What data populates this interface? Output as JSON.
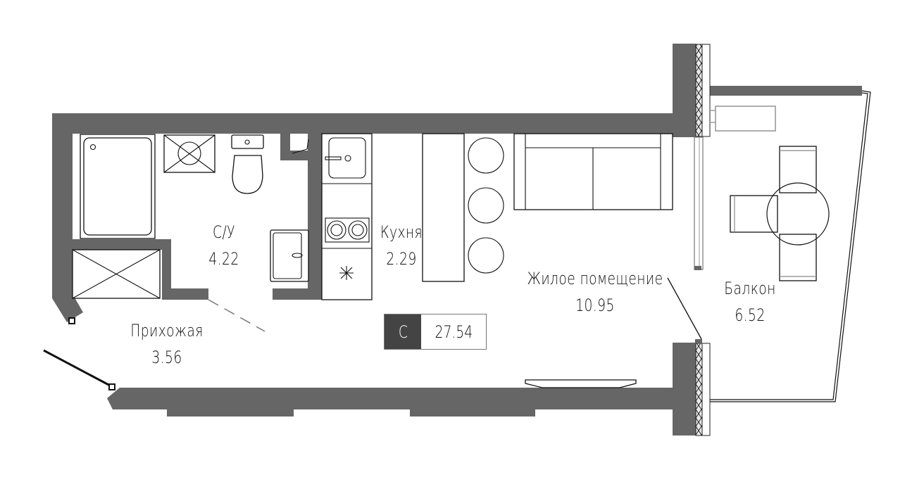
{
  "plan": {
    "apartment_type": "С",
    "total_area": "27.54",
    "colors": {
      "wall": "#666666",
      "badge_dark": "#444444",
      "line": "#111111",
      "background": "#ffffff"
    },
    "rooms": [
      {
        "id": "bathroom",
        "name": "С/У",
        "area": "4.22"
      },
      {
        "id": "kitchen",
        "name": "Кухня",
        "area": "2.29"
      },
      {
        "id": "hallway",
        "name": "Прихожая",
        "area": "3.56"
      },
      {
        "id": "living",
        "name": "Жилое помещение",
        "area": "10.95"
      },
      {
        "id": "balcony",
        "name": "Балкон",
        "area": "6.52"
      }
    ],
    "fixtures": [
      "bathtub-icon",
      "washing-machine-icon",
      "toilet-icon",
      "bathroom-sink-icon",
      "wardrobe-icon",
      "kitchen-sink-icon",
      "stove-icon",
      "fridge-icon",
      "bar-counter-icon",
      "bar-stool-icon",
      "sofa-icon",
      "radiator-icon",
      "balcony-table-icon",
      "balcony-chair-icon",
      "entrance-door-icon"
    ]
  }
}
